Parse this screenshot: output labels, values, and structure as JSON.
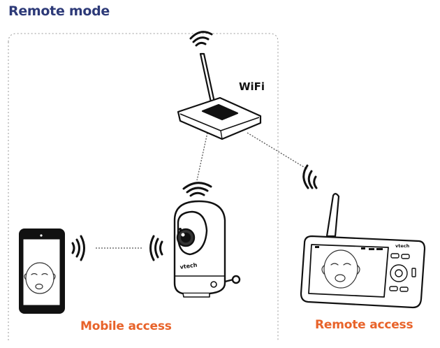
{
  "header": {
    "title": "Remote mode"
  },
  "router": {
    "label": "WiFi"
  },
  "captions": {
    "mobile": "Mobile access",
    "remote": "Remote access"
  },
  "parent_unit": {
    "brand": "vtech"
  },
  "camera": {
    "brand": "vtech"
  },
  "colors": {
    "title": "#2d3a78",
    "caption": "#e8632a",
    "line": "#111111",
    "dotted": "#777777"
  }
}
